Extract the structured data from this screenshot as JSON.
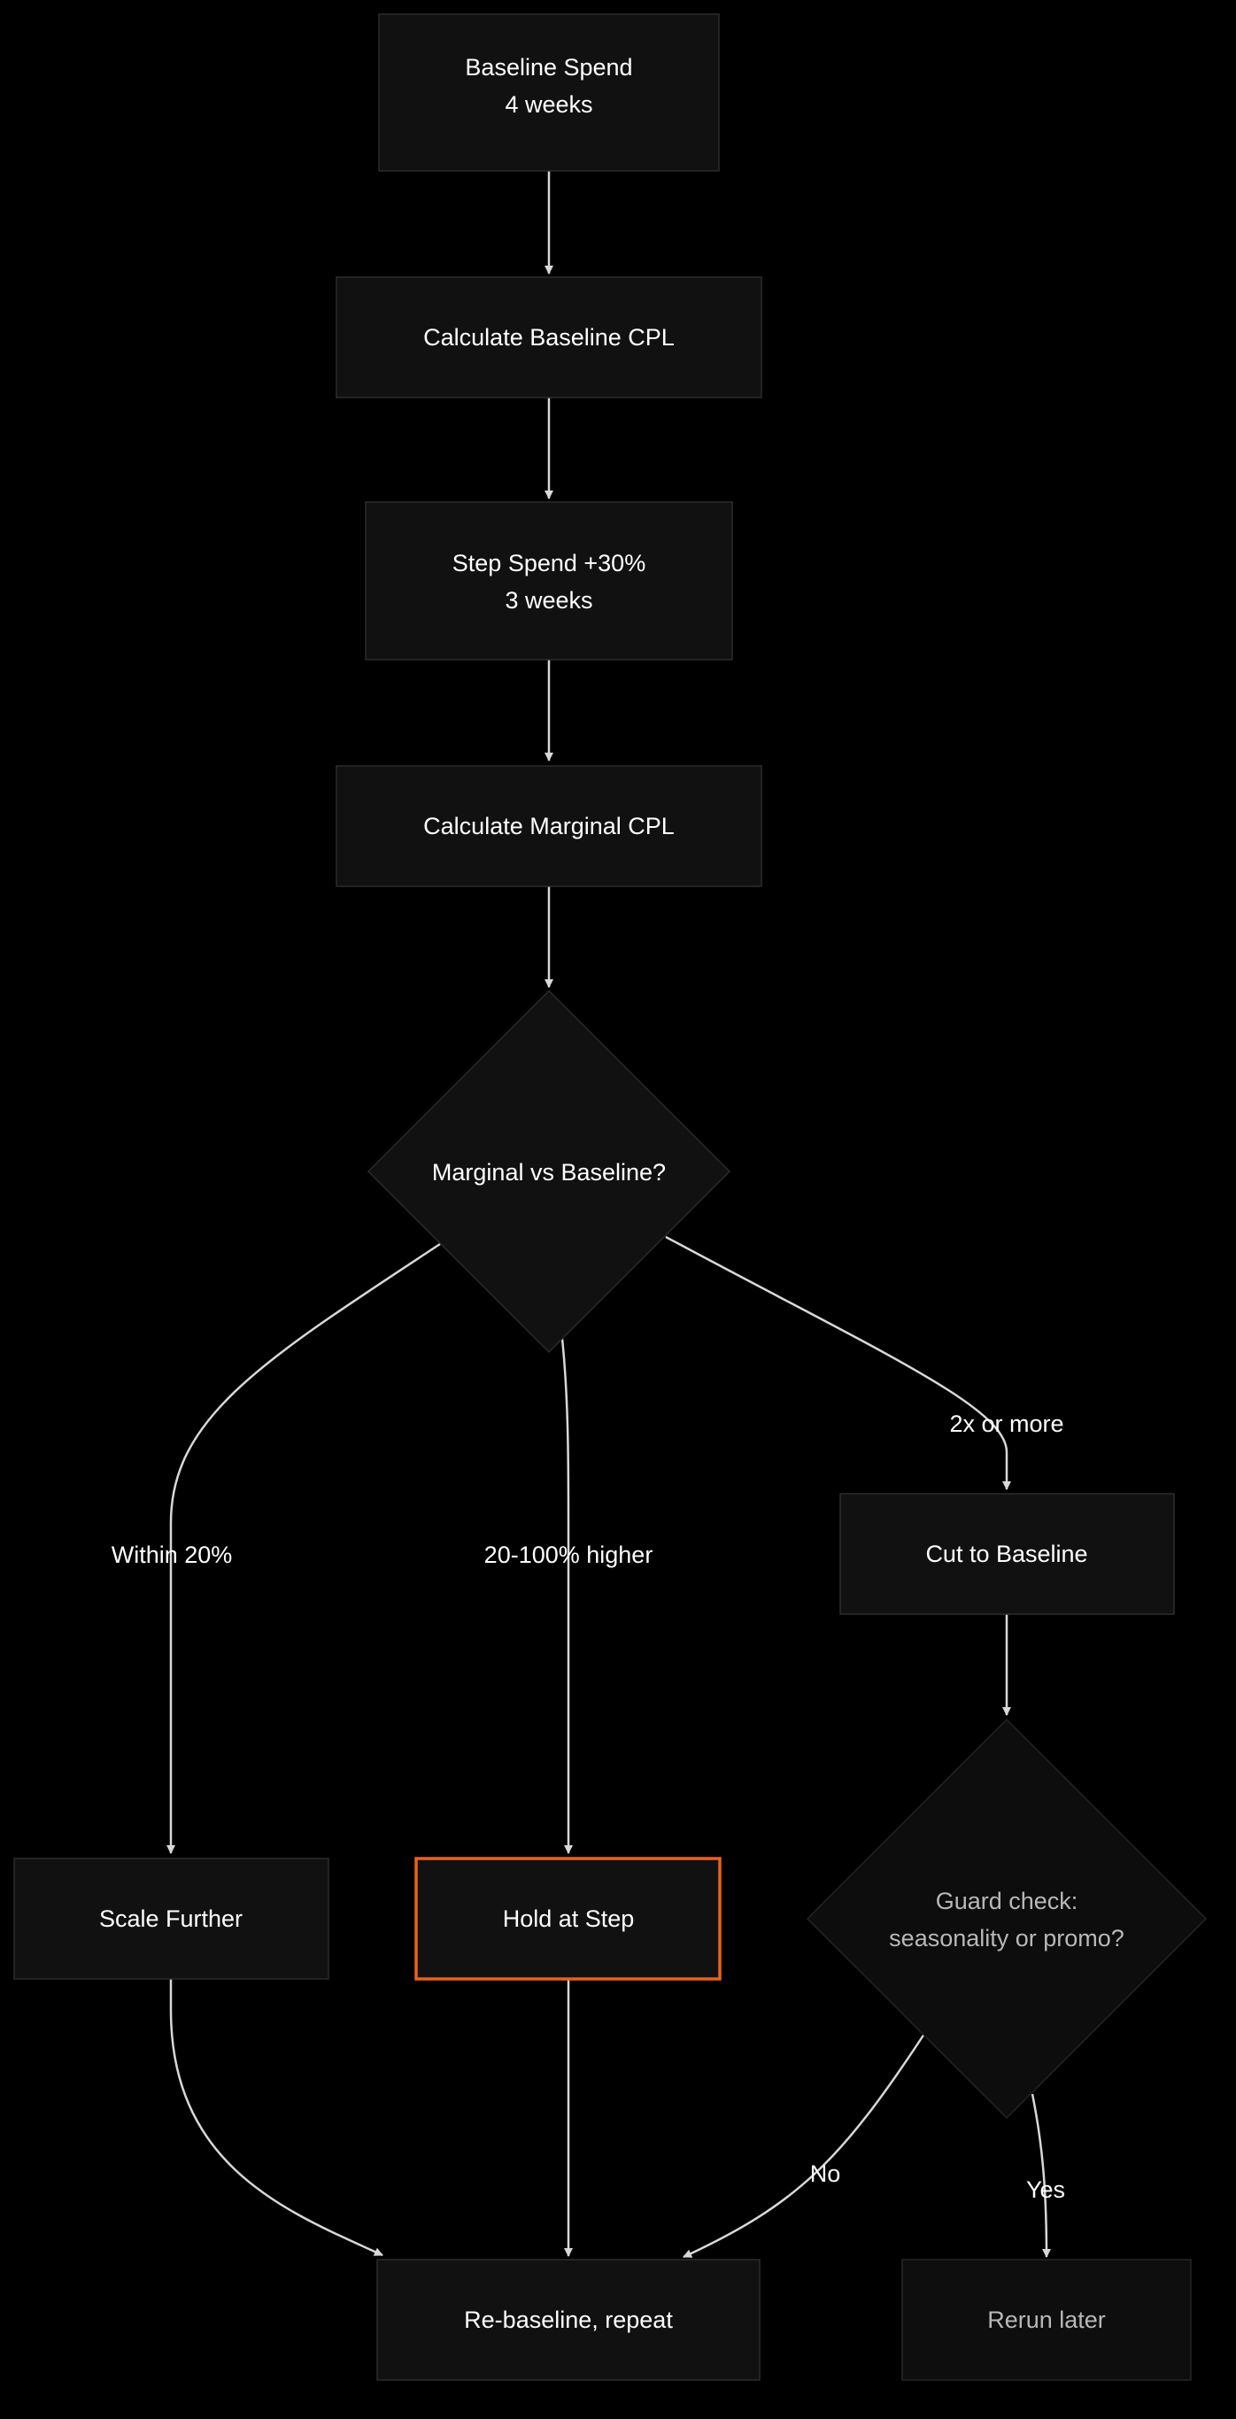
{
  "nodes": {
    "baseline_spend": {
      "line1": "Baseline Spend",
      "line2": "4 weeks"
    },
    "calc_baseline": {
      "label": "Calculate Baseline CPL"
    },
    "step_spend": {
      "line1": "Step Spend +30%",
      "line2": "3 weeks"
    },
    "calc_marginal": {
      "label": "Calculate Marginal CPL"
    },
    "decision": {
      "label": "Marginal vs Baseline?"
    },
    "cut_baseline": {
      "label": "Cut to Baseline"
    },
    "scale_further": {
      "label": "Scale Further"
    },
    "hold_step": {
      "label": "Hold at Step"
    },
    "guard_check": {
      "line1": "Guard check:",
      "line2": "seasonality or promo?"
    },
    "rebaseline": {
      "label": "Re-baseline, repeat"
    },
    "rerun_later": {
      "label": "Rerun later"
    }
  },
  "edges": {
    "within_20": "Within 20%",
    "mid_range": "20-100% higher",
    "two_x": "2x or more",
    "no": "No",
    "yes": "Yes"
  },
  "colors": {
    "background": "#000000",
    "node_fill": "#111111",
    "highlight_border": "#e8621e",
    "edge": "#d8d8d8",
    "text": "#ffffff",
    "text_dim": "#b8b8b8"
  }
}
